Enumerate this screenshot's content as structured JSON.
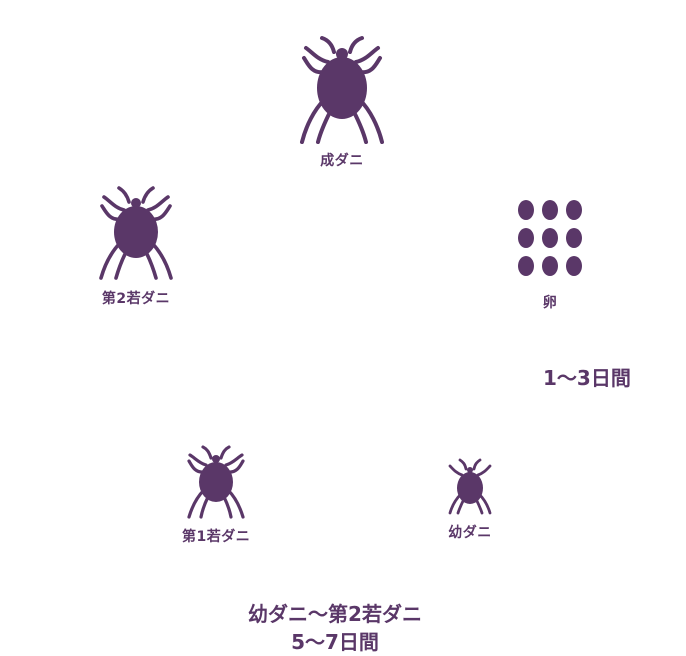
{
  "stages": {
    "adult": {
      "label": "成ダニ"
    },
    "nymph2": {
      "label": "第2若ダニ"
    },
    "egg": {
      "label": "卵"
    },
    "nymph1": {
      "label": "第1若ダニ"
    },
    "larva": {
      "label": "幼ダニ"
    }
  },
  "durations": {
    "egg": "1〜3日間",
    "growth_stages": "幼ダニ〜第2若ダニ",
    "growth_days": "5〜7日間"
  },
  "colors": {
    "accent": "#5a3768"
  },
  "icons": {
    "mite": "mite-icon",
    "eggs": "egg-cluster-icon"
  }
}
